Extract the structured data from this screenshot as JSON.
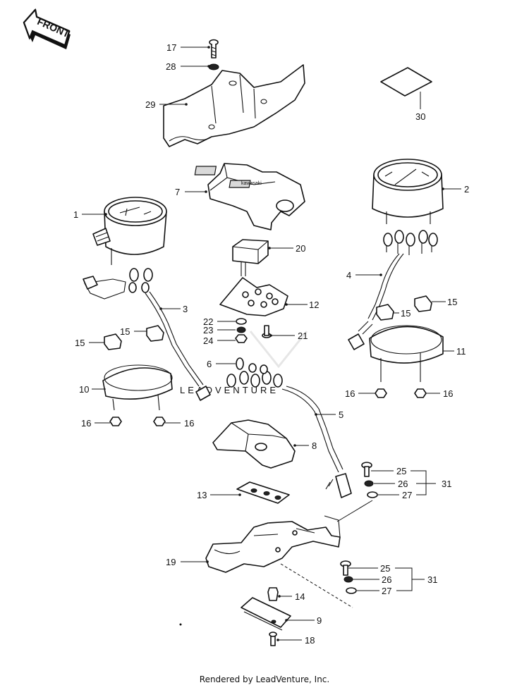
{
  "orientation_label": "FRONT",
  "watermark": "LEADVENTURE",
  "footer": "Rendered by LeadVenture, Inc.",
  "callouts": [
    "1",
    "2",
    "3",
    "4",
    "5",
    "6",
    "7",
    "8",
    "9",
    "10",
    "11",
    "12",
    "13",
    "14",
    "15",
    "15",
    "15",
    "15",
    "16",
    "16",
    "16",
    "16",
    "17",
    "18",
    "19",
    "20",
    "21",
    "22",
    "23",
    "24",
    "25",
    "25",
    "26",
    "26",
    "27",
    "27",
    "28",
    "29",
    "30",
    "31",
    "31"
  ]
}
